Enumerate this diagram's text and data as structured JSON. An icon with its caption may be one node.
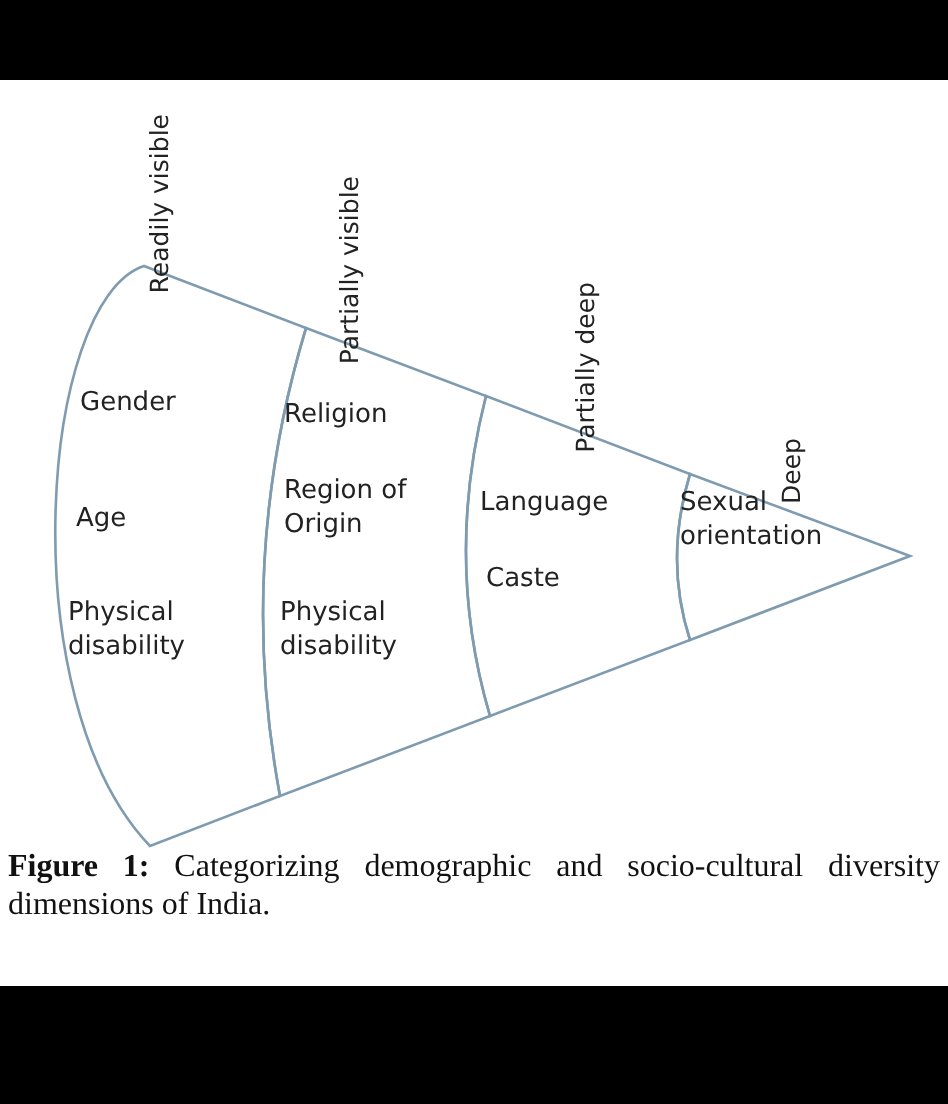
{
  "diagram": {
    "caption": "**Figure 1:** Categorizing demographic and socio-cultural diversity dimensions of India.",
    "nodes": [
      {
        "text": [
          "Gender",
          "Age",
          "Physical disability"
        ],
        "beside": [
          "Readily visible"
        ]
      },
      {
        "text": [
          "Religion",
          "Region of Origin",
          "Physical disability"
        ],
        "beside": [
          "Partially visible"
        ]
      },
      {
        "text": [
          "Language",
          "Caste"
        ],
        "beside": [
          "Partially deep"
        ]
      },
      {
        "text": [
          "Sexual orientation"
        ],
        "beside": [
          "Deep"
        ]
      }
    ]
  }
}
